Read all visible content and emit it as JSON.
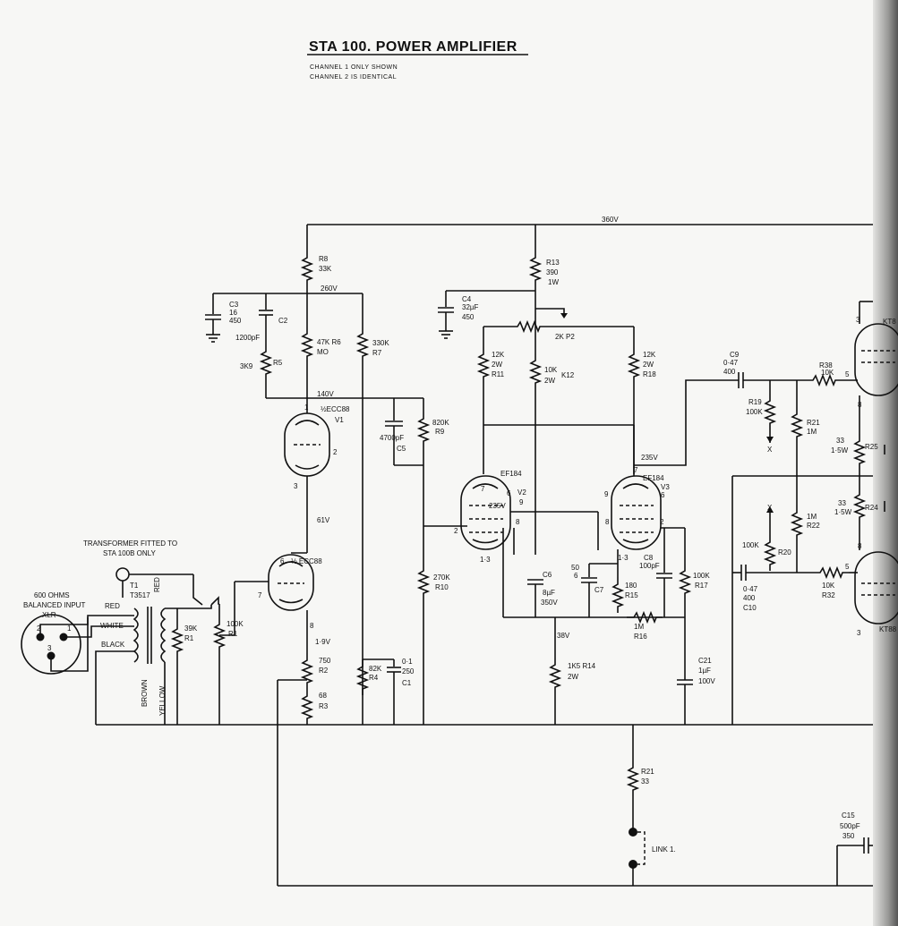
{
  "title": "STA 100.  POWER AMPLIFIER",
  "subtitle_line1": "CHANNEL 1  ONLY SHOWN",
  "subtitle_line2": "CHANNEL 2  IS IDENTICAL",
  "rails": {
    "v360": "360V",
    "v260": "260V",
    "v140": "140V",
    "v235a": "235V",
    "v235b": "235V",
    "v61": "61V",
    "v19": "1·9V",
    "v38": "38V"
  },
  "transformer_note_1": "TRANSFORMER FITTED TO",
  "transformer_note_2": "STA 100B ONLY",
  "input": {
    "l1": "600 OHMS",
    "l2": "BALANCED INPUT",
    "l3": "XLR",
    "p1": "1",
    "p2": "2",
    "p3": "3"
  },
  "wires": {
    "red": "RED",
    "white": "WHITE",
    "black": "BLACK",
    "red2": "RED",
    "brown": "BROWN",
    "yellow": "YELLOW"
  },
  "transformer": {
    "ref": "T1",
    "part": "T3517"
  },
  "components": {
    "r8": [
      "R8",
      "33K"
    ],
    "r6": [
      "47K R6",
      "MO"
    ],
    "r7": [
      "330K",
      "R7"
    ],
    "r5": [
      "3K9",
      "R5"
    ],
    "c3": [
      "C3",
      "16",
      "450"
    ],
    "c2": [
      "C2",
      "1200pF"
    ],
    "c5": [
      "4700pF",
      "C5"
    ],
    "r9": [
      "820K",
      "R9"
    ],
    "r10": [
      "270K",
      "R10"
    ],
    "r4": [
      "82K",
      "R4"
    ],
    "c1": [
      "0·1",
      "250",
      "C1"
    ],
    "r2": [
      "750",
      "R2"
    ],
    "r3": [
      "68",
      "R3"
    ],
    "r1a": [
      "39K",
      "R1"
    ],
    "r1b": [
      "100K",
      "R1"
    ],
    "r13": [
      "R13",
      "390",
      "1W"
    ],
    "c4": [
      "C4",
      "32µF",
      "450"
    ],
    "p2": "2K P2",
    "r11": [
      "12K",
      "2W",
      "R11"
    ],
    "r12": [
      "10K",
      "2W",
      "K12"
    ],
    "r18": [
      "12K",
      "2W",
      "R18"
    ],
    "c6": [
      "C6",
      "8µF",
      "350V"
    ],
    "c7": [
      "50",
      "6",
      "C7"
    ],
    "r15": [
      "180",
      "R15"
    ],
    "c8": [
      "C8",
      "100pF"
    ],
    "r17": [
      "100K",
      "R17"
    ],
    "r16": [
      "1M",
      "R16"
    ],
    "r14": [
      "1K5  R14",
      "2W"
    ],
    "c21": [
      "C21",
      "1µF",
      "100V"
    ],
    "c9": [
      "C9",
      "0·47",
      "400"
    ],
    "r19": [
      "R19",
      "100K"
    ],
    "r38": [
      "R38",
      "10K"
    ],
    "r21a": [
      "R21",
      "1M"
    ],
    "r25": [
      "33",
      "1·5W",
      "R25"
    ],
    "r24": [
      "33",
      "1·5W",
      "R24"
    ],
    "r22": [
      "1M",
      "R22"
    ],
    "r20": [
      "100K",
      "R20"
    ],
    "c10": [
      "0·47",
      "400",
      "C10"
    ],
    "r32": [
      "10K",
      "R32"
    ],
    "r21b": [
      "R21",
      "33"
    ],
    "c15": [
      "C15",
      "500pF",
      "350"
    ]
  },
  "tubes": {
    "v1": {
      "type": "½ECC88",
      "ref": "V1",
      "p1": "1",
      "p2": "2",
      "p3": "3"
    },
    "v1b": {
      "type": "½ ECC88",
      "p6": "6",
      "p7": "7",
      "p8": "8"
    },
    "v2": {
      "type": "EF184",
      "ref": "V2",
      "p7": "7",
      "p6": "6",
      "p9": "9",
      "p8": "8",
      "p2": "2",
      "p13": "1·3"
    },
    "v3": {
      "type": "EF184",
      "ref": "V3",
      "p7": "7",
      "p6": "6",
      "p9": "9",
      "p8": "8",
      "p2": "2",
      "p13": "1·3"
    },
    "kt_top": {
      "type": "KT8",
      "p3": "3",
      "p5": "5",
      "p8": "8"
    },
    "kt_bot": {
      "type": "KT88",
      "p8": "8",
      "p3": "3",
      "p5": "5"
    }
  },
  "misc": {
    "x1": "X",
    "x2": "X",
    "link": "LINK 1."
  }
}
